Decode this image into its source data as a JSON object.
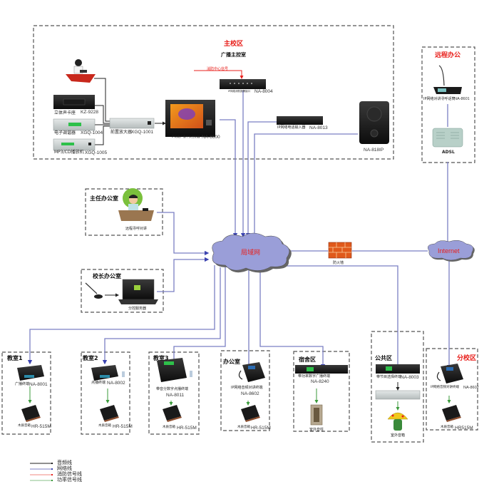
{
  "zones": {
    "main_campus": {
      "title": "主校区",
      "subtitle": "广播主控室"
    },
    "remote_office": {
      "title": "远程办公"
    },
    "director_office": {
      "title": "主任办公室"
    },
    "principal_office": {
      "title": "校长办公室"
    },
    "classroom1": {
      "title": "教室1"
    },
    "classroom2": {
      "title": "教室2"
    },
    "classroom3": {
      "title": "教室3"
    },
    "office": {
      "title": "办公室"
    },
    "dormitory": {
      "title": "宿舍区"
    },
    "public_area": {
      "title": "公共区"
    },
    "branch_campus": {
      "title": "分校区"
    }
  },
  "devices": {
    "console": {
      "label": ""
    },
    "card_deck": {
      "name": "立体声卡座",
      "model": "KZ-9228"
    },
    "tuner": {
      "name": "电子调谐器",
      "model": "XGQ-1004"
    },
    "mp3_player": {
      "name": "MP3/CD播放机",
      "model": "XGQ-1005"
    },
    "preamp": {
      "name": "前置放大器",
      "model": "XGQ-1001"
    },
    "host": {
      "name": "IP网络广播中央控制器",
      "model": "NA-8600"
    },
    "fire_signal": {
      "label": "消防中心信号"
    },
    "fire_module": {
      "name": "IP网络消防报警接口",
      "model": "NA-8004"
    },
    "phone_input": {
      "name": "IP网络电话输入器",
      "model": "NA-8013"
    },
    "ip_speaker": {
      "model": "NA-818IP"
    },
    "remote_paging": {
      "name": "IP网络对讲寻呼话筒",
      "model": "NA-8601"
    },
    "adsl": {
      "name": "ADSL"
    },
    "remote_intercom": {
      "name": "远程寻呼对讲"
    },
    "control_server": {
      "name": "分控服务器"
    },
    "lan": {
      "name": "局域网"
    },
    "firewall": {
      "name": "防火墙"
    },
    "internet": {
      "name": "Internet"
    },
    "c1_terminal": {
      "name": "广播终端",
      "model": "NA-8001"
    },
    "c1_speaker": {
      "name": "木质音箱",
      "model": "HR-515M"
    },
    "c2_terminal": {
      "name": "点播终端",
      "model": "NA-8002"
    },
    "c2_speaker": {
      "name": "木质音箱",
      "model": "HR-515M"
    },
    "c3_terminal": {
      "name": "带音分数字点播终端",
      "model": "NA-8011"
    },
    "c3_speaker": {
      "name": "木质音箱",
      "model": "HR-515M"
    },
    "office_terminal": {
      "name": "IP网络音频对讲终端",
      "model": "NA-8602"
    },
    "office_speaker": {
      "name": "木质音箱",
      "model": "HR-515M"
    },
    "dorm_terminal": {
      "name": "带功率数字广播终端",
      "model": "NA-8240"
    },
    "dorm_speaker": {
      "name": "室外音柱"
    },
    "public_terminal": {
      "name": "带节目选择终端",
      "model": "NA-8003"
    },
    "public_amp": {
      "name": ""
    },
    "public_speaker": {
      "name": "室外音箱"
    },
    "branch_terminal": {
      "name": "IP网络音频对讲终端",
      "model": "NA-8602"
    },
    "branch_speaker": {
      "name": "木质音箱",
      "model": "HR515M"
    }
  },
  "legend": [
    {
      "label": "音频线",
      "color": "#222222"
    },
    {
      "label": "网络线",
      "color": "#7b7fc4"
    },
    {
      "label": "消防信号线",
      "color": "#e8201c"
    },
    {
      "label": "功率信号线",
      "color": "#3a9a3a"
    }
  ],
  "colors": {
    "network": "#7b7fc4",
    "audio": "#222222",
    "fire": "#e8201c",
    "power": "#3a9a3a",
    "cloud": "#9a9ed8",
    "zone_border": "#555555"
  }
}
